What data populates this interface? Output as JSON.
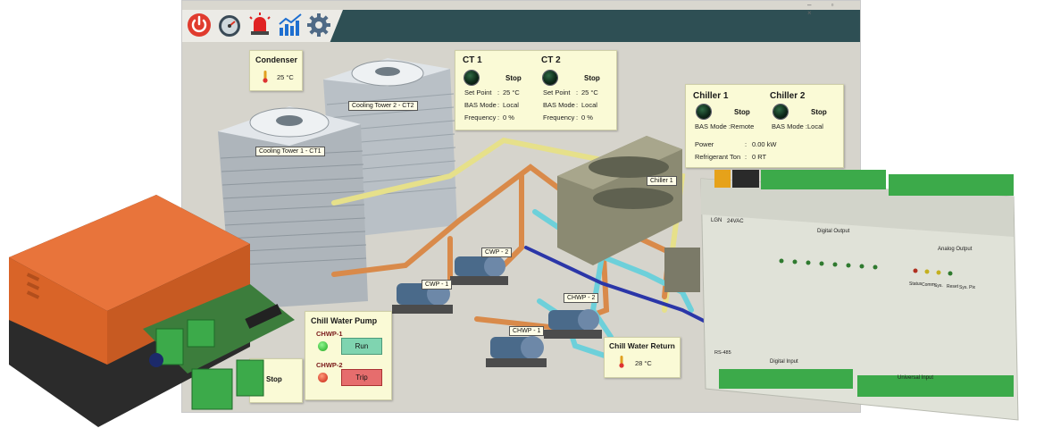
{
  "toolbar": {
    "icons": [
      "power-icon",
      "gauge-icon",
      "alarm-light-icon",
      "trend-chart-icon",
      "gear-icon"
    ],
    "window_controls": "– ▫ ×"
  },
  "condenser": {
    "title": "Condenser",
    "temp": "25 °C"
  },
  "cooling_towers": {
    "ct1_label": "Cooling Tower 1 - CT1",
    "ct2_label": "Cooling Tower 2 - CT2"
  },
  "ct_panel": {
    "ct1": {
      "title": "CT 1",
      "status": "Stop",
      "set_point_label": "Set Point",
      "set_point": "25 °C",
      "bas_mode_label": "BAS Mode",
      "bas_mode": "Local",
      "frequency_label": "Frequency",
      "frequency": "0 %"
    },
    "ct2": {
      "title": "CT 2",
      "status": "Stop",
      "set_point_label": "Set Point",
      "set_point": "25 °C",
      "bas_mode_label": "BAS Mode",
      "bas_mode": "Local",
      "frequency_label": "Frequency",
      "frequency": "0 %"
    },
    "colon": ":"
  },
  "chiller_panel": {
    "ch1": {
      "title": "Chiller 1",
      "status": "Stop",
      "bas_mode_label": "BAS Mode :",
      "bas_mode": "Remote"
    },
    "ch2": {
      "title": "Chiller 2",
      "status": "Stop",
      "bas_mode_label": "BAS Mode :",
      "bas_mode": "Local"
    },
    "power_label": "Power",
    "power": "0.00 kW",
    "ton_label": "Refrigerant Ton",
    "ton": "0 RT",
    "colon": ":"
  },
  "equipment_tags": {
    "chiller1": "Chiller 1",
    "cwp2": "CWP - 2",
    "cwp1": "CWP - 1",
    "chwp2": "CHWP - 2",
    "chwp1": "CHWP - 1"
  },
  "chill_water_return": {
    "title": "Chill Water Return",
    "temp": "28 °C"
  },
  "pump_panel": {
    "title": "Chill Water Pump",
    "chwp1_label": "CHWP-1",
    "chwp1_button": "Run",
    "chwp2_label": "CHWP-2",
    "chwp2_button": "Trip",
    "partial_status": "Stop"
  },
  "controller": {
    "top_labels": [
      "Digital Output",
      "Analog Output"
    ],
    "bottom_labels": [
      "Digital Input",
      "Universal Input"
    ],
    "power_labels": [
      "LGN",
      "24VAC"
    ],
    "status_leds": [
      "Status",
      "Comm.",
      "Sys.",
      "Reset",
      "Sys. Pix"
    ],
    "rs485": "RS-485"
  },
  "colors": {
    "toolbar_dark": "#2e4f54",
    "panel_bg": "#fafad6",
    "run_green": "#7fd4b0",
    "trip_red": "#e66d6d",
    "controller_orange": "#e8743b",
    "terminal_green": "#3caa4a"
  }
}
